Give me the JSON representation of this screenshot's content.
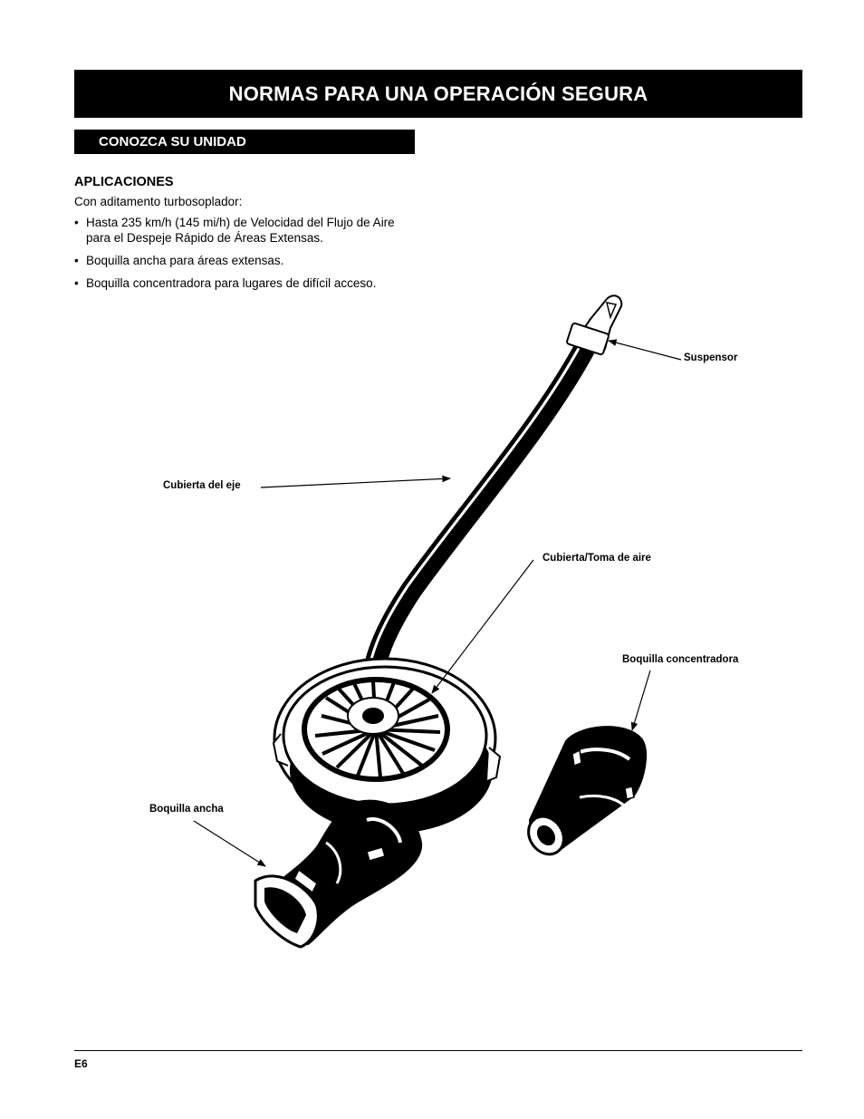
{
  "header": {
    "title": "NORMAS PARA UNA OPERACIÓN SEGURA"
  },
  "section": {
    "title": "CONOZCA SU UNIDAD"
  },
  "applications": {
    "heading": "APLICACIONES",
    "intro": "Con aditamento turbosoplador:",
    "bullets": [
      "Hasta 235 km/h (145 mi/h)  de Velocidad del Flujo de Aire para el Despeje Rápido de Áreas Extensas.",
      "Boquilla ancha para áreas extensas.",
      "Boquilla concentradora para lugares de difícil acceso."
    ],
    "bullet_symbol": "•"
  },
  "figure": {
    "labels": {
      "suspensor": "Suspensor",
      "shaft_cover": "Cubierta del eje",
      "air_intake": "Cubierta/Toma de aire",
      "concentrator_nozzle": "Boquilla concentradora",
      "wide_nozzle": "Boquilla ancha"
    }
  },
  "footer": {
    "page": "E6"
  }
}
